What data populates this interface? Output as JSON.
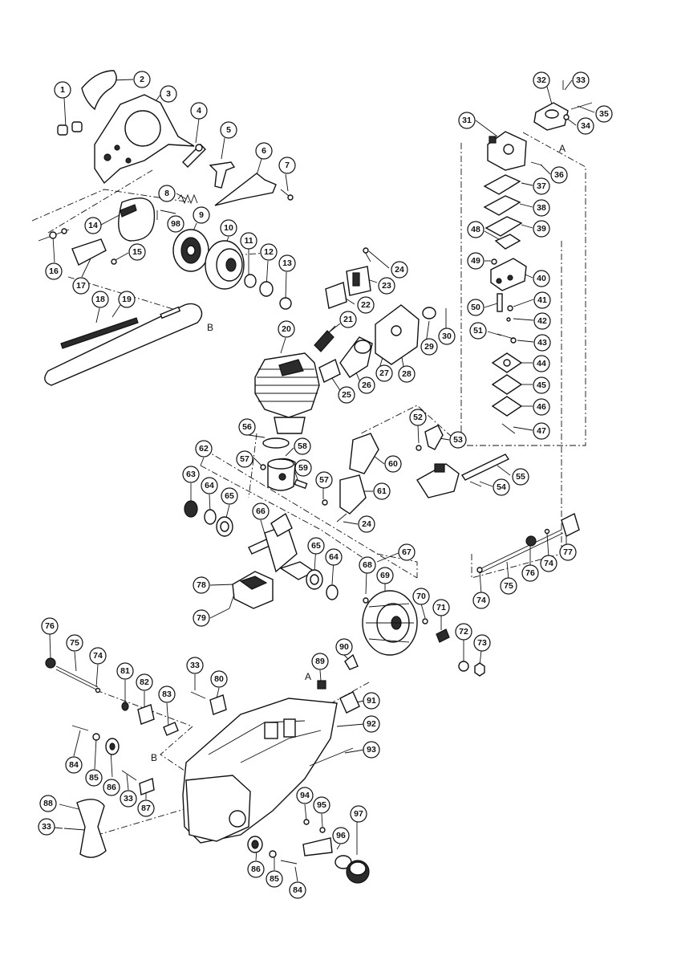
{
  "callouts": [
    {
      "label": "1"
    },
    {
      "label": "2"
    },
    {
      "label": "3"
    },
    {
      "label": "4"
    },
    {
      "label": "5"
    },
    {
      "label": "6"
    },
    {
      "label": "7"
    },
    {
      "label": "8"
    },
    {
      "label": "9"
    },
    {
      "label": "10"
    },
    {
      "label": "11"
    },
    {
      "label": "12"
    },
    {
      "label": "13"
    },
    {
      "label": "14"
    },
    {
      "label": "15"
    },
    {
      "label": "16"
    },
    {
      "label": "17"
    },
    {
      "label": "18"
    },
    {
      "label": "19"
    },
    {
      "label": "20"
    },
    {
      "label": "21"
    },
    {
      "label": "22"
    },
    {
      "label": "23"
    },
    {
      "label": "24"
    },
    {
      "label": "25"
    },
    {
      "label": "26"
    },
    {
      "label": "27"
    },
    {
      "label": "28"
    },
    {
      "label": "29"
    },
    {
      "label": "30"
    },
    {
      "label": "31"
    },
    {
      "label": "32"
    },
    {
      "label": "33"
    },
    {
      "label": "34"
    },
    {
      "label": "35"
    },
    {
      "label": "36"
    },
    {
      "label": "37"
    },
    {
      "label": "38"
    },
    {
      "label": "39"
    },
    {
      "label": "40"
    },
    {
      "label": "41"
    },
    {
      "label": "42"
    },
    {
      "label": "43"
    },
    {
      "label": "44"
    },
    {
      "label": "45"
    },
    {
      "label": "46"
    },
    {
      "label": "47"
    },
    {
      "label": "48"
    },
    {
      "label": "49"
    },
    {
      "label": "50"
    },
    {
      "label": "51"
    },
    {
      "label": "52"
    },
    {
      "label": "53"
    },
    {
      "label": "54"
    },
    {
      "label": "55"
    },
    {
      "label": "56"
    },
    {
      "label": "57"
    },
    {
      "label": "58"
    },
    {
      "label": "59"
    },
    {
      "label": "57"
    },
    {
      "label": "60"
    },
    {
      "label": "61"
    },
    {
      "label": "24"
    },
    {
      "label": "62"
    },
    {
      "label": "63"
    },
    {
      "label": "64"
    },
    {
      "label": "65"
    },
    {
      "label": "66"
    },
    {
      "label": "65"
    },
    {
      "label": "64"
    },
    {
      "label": "67"
    },
    {
      "label": "68"
    },
    {
      "label": "69"
    },
    {
      "label": "70"
    },
    {
      "label": "71"
    },
    {
      "label": "72"
    },
    {
      "label": "73"
    },
    {
      "label": "74"
    },
    {
      "label": "75"
    },
    {
      "label": "76"
    },
    {
      "label": "77"
    },
    {
      "label": "74"
    },
    {
      "label": "78"
    },
    {
      "label": "79"
    },
    {
      "label": "76"
    },
    {
      "label": "75"
    },
    {
      "label": "74"
    },
    {
      "label": "81"
    },
    {
      "label": "82"
    },
    {
      "label": "83"
    },
    {
      "label": "33"
    },
    {
      "label": "80"
    },
    {
      "label": "89"
    },
    {
      "label": "90"
    },
    {
      "label": "91"
    },
    {
      "label": "92"
    },
    {
      "label": "93"
    },
    {
      "label": "84"
    },
    {
      "label": "85"
    },
    {
      "label": "86"
    },
    {
      "label": "33"
    },
    {
      "label": "87"
    },
    {
      "label": "88"
    },
    {
      "label": "33"
    },
    {
      "label": "94"
    },
    {
      "label": "95"
    },
    {
      "label": "96"
    },
    {
      "label": "97"
    },
    {
      "label": "86"
    },
    {
      "label": "85"
    },
    {
      "label": "84"
    },
    {
      "label": "98"
    }
  ],
  "reference_letters": [
    {
      "label": "A"
    },
    {
      "label": "B"
    },
    {
      "label": "A"
    },
    {
      "label": "B"
    }
  ]
}
